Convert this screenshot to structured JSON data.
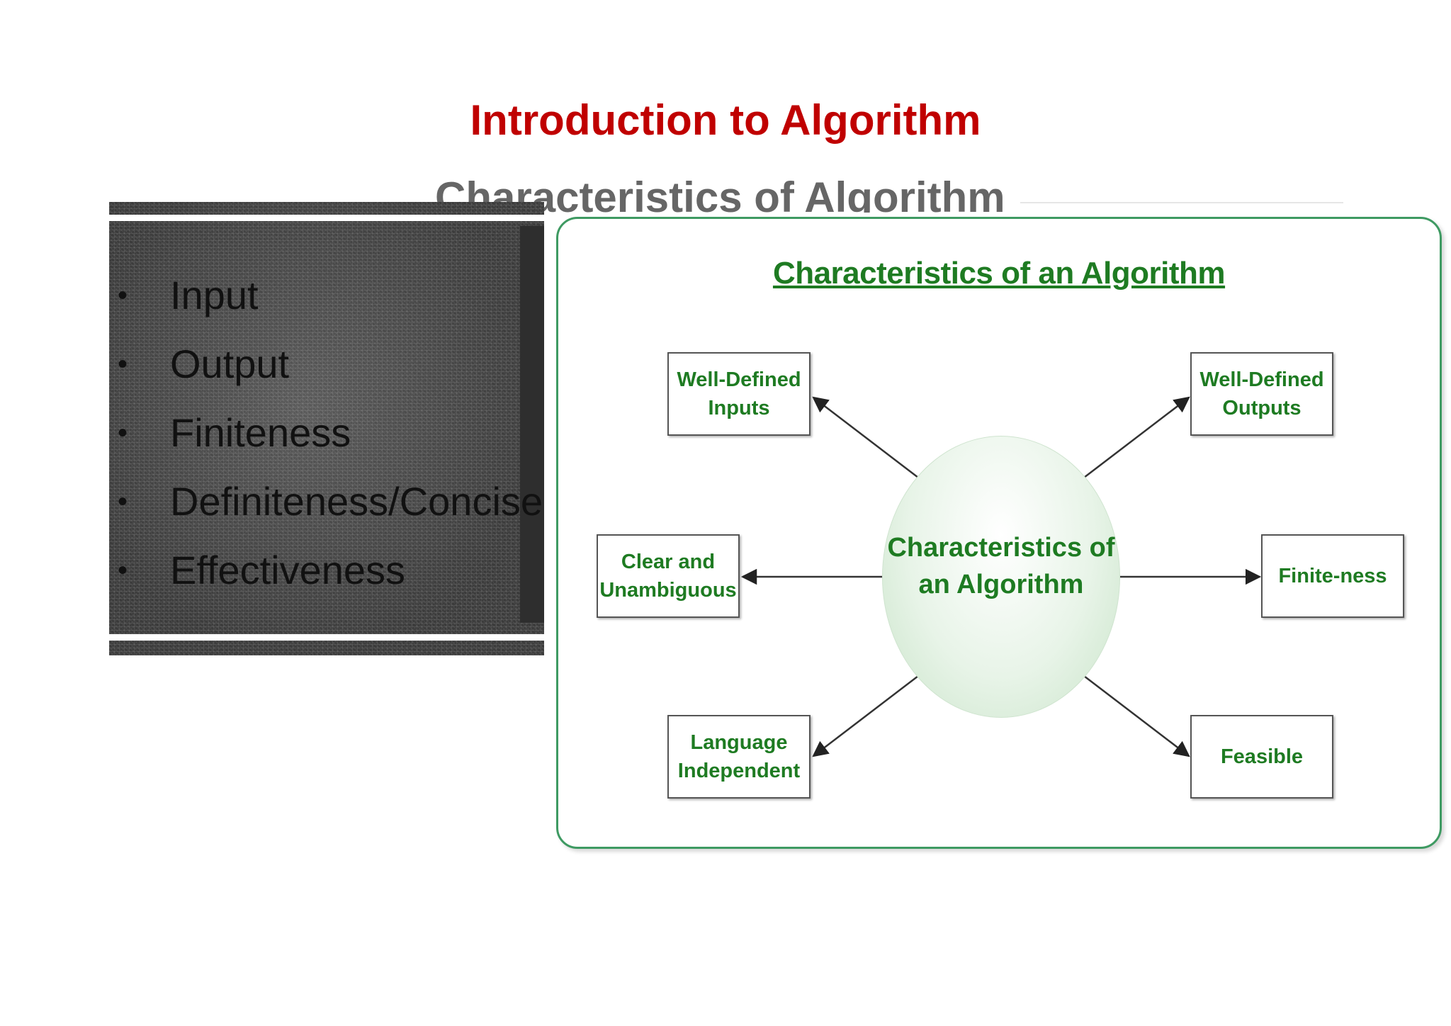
{
  "slide": {
    "title": "Introduction to Algorithm",
    "subtitle": "Characteristics of Algorithm"
  },
  "bullets": [
    "Input",
    "Output",
    "Finiteness",
    "Definiteness/Concise",
    "Effectiveness"
  ],
  "bullet_symbol": "•",
  "diagram": {
    "title": "Characteristics of an Algorithm",
    "center": "Characteristics of\nan Algorithm",
    "nodes": {
      "well_defined_inputs": "Well-Defined\nInputs",
      "well_defined_outputs": "Well-Defined\nOutputs",
      "clear_and_unambiguous": "Clear and\nUnambiguous",
      "finite_ness": "Finite-ness",
      "language_independent": "Language\nIndependent",
      "feasible": "Feasible"
    }
  },
  "colors": {
    "title": "#c00000",
    "subtitle": "#666666",
    "diagram_text": "#1e7b22",
    "card_border": "#3e9a62"
  }
}
